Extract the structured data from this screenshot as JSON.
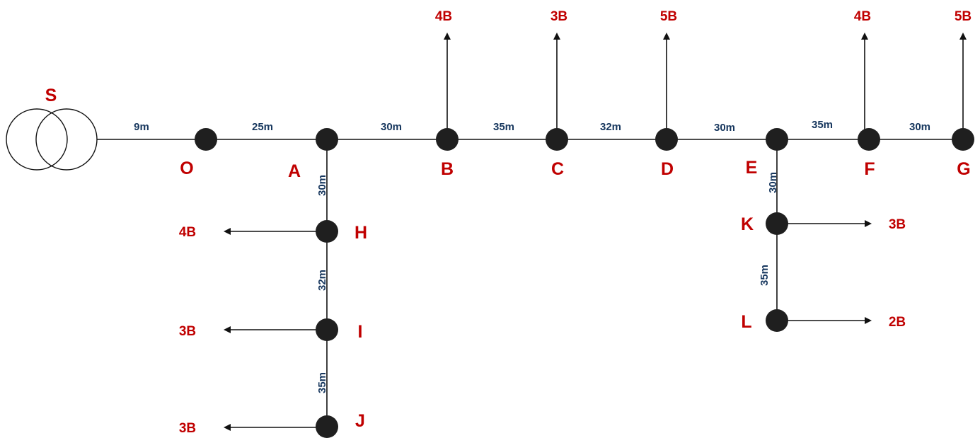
{
  "source": {
    "label": "S"
  },
  "nodes": {
    "O": {
      "label": "O"
    },
    "A": {
      "label": "A"
    },
    "B": {
      "label": "B"
    },
    "C": {
      "label": "C"
    },
    "D": {
      "label": "D"
    },
    "E": {
      "label": "E"
    },
    "F": {
      "label": "F"
    },
    "G": {
      "label": "G"
    },
    "H": {
      "label": "H"
    },
    "I": {
      "label": "I"
    },
    "J": {
      "label": "J"
    },
    "K": {
      "label": "K"
    },
    "L": {
      "label": "L"
    }
  },
  "segments": {
    "S_O": "9m",
    "O_A": "25m",
    "A_B": "30m",
    "B_C": "35m",
    "C_D": "32m",
    "D_E": "30m",
    "E_F": "35m",
    "F_G": "30m",
    "A_H": "30m",
    "H_I": "32m",
    "I_J": "35m",
    "E_K": "30m",
    "K_L": "35m"
  },
  "loads": {
    "B": "4B",
    "C": "3B",
    "D": "5B",
    "F": "4B",
    "G": "5B",
    "H": "4B",
    "I": "3B",
    "J": "3B",
    "K": "3B",
    "L": "2B"
  },
  "colors": {
    "node_label": "#c00000",
    "distance_label": "#17375e",
    "node_fill": "#1f1f1f",
    "wire": "#111111"
  }
}
